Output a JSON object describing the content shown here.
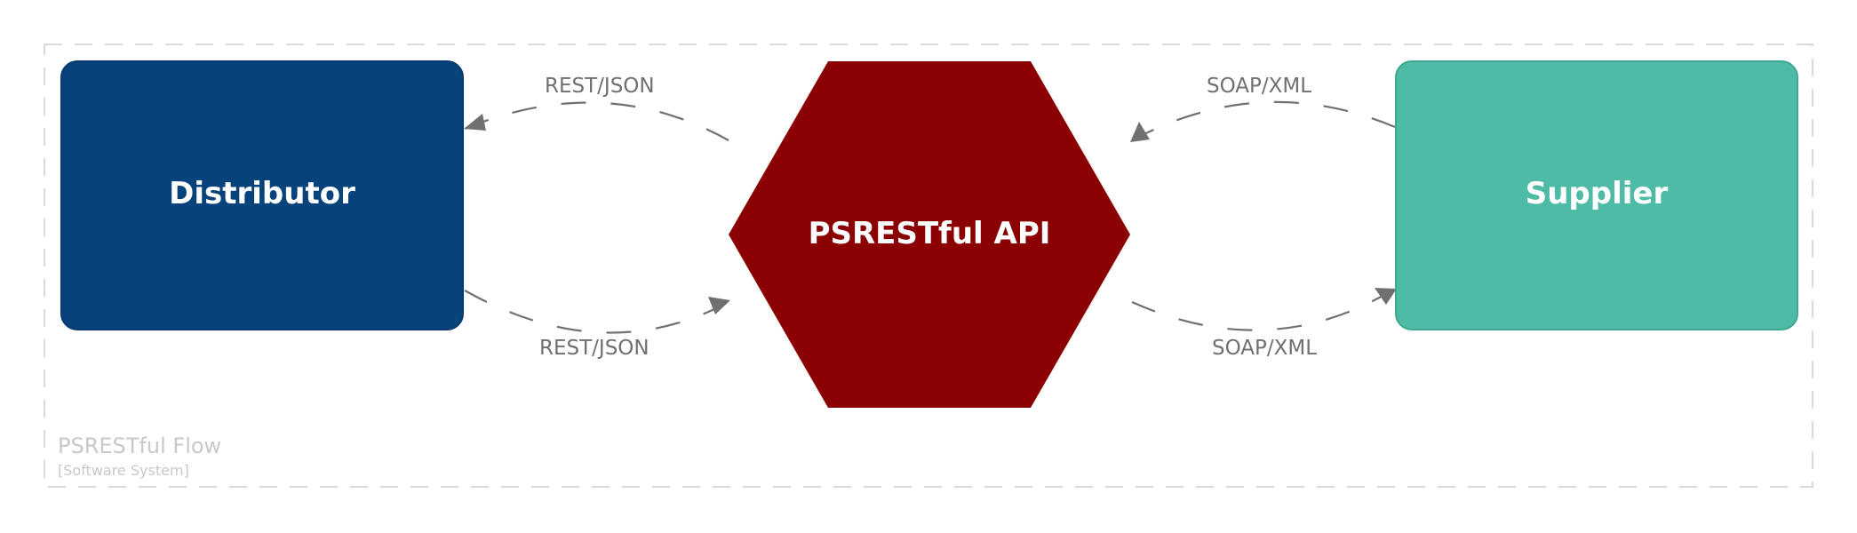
{
  "boundary": {
    "title": "PSRESTful Flow",
    "type": "[Software System]"
  },
  "nodes": {
    "distributor": {
      "label": "Distributor",
      "color": "#08427b"
    },
    "api": {
      "label": "PSRESTful API",
      "color": "#8b0000"
    },
    "supplier": {
      "label": "Supplier",
      "color": "#4dbba6"
    }
  },
  "edges": {
    "api_to_distributor": {
      "label": "REST/JSON"
    },
    "distributor_to_api": {
      "label": "REST/JSON"
    },
    "supplier_to_api": {
      "label": "SOAP/XML"
    },
    "api_to_supplier": {
      "label": "SOAP/XML"
    }
  },
  "colors": {
    "edge": "#707070",
    "boundary": "#c8c8c8"
  }
}
